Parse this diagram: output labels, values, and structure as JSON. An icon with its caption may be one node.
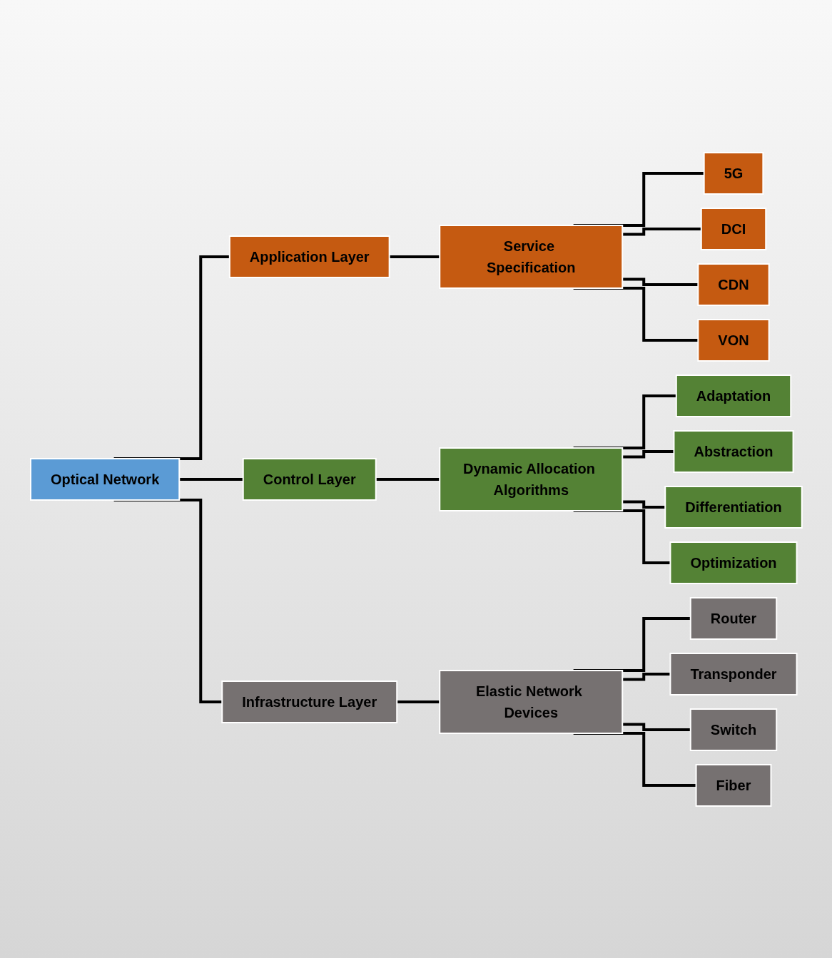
{
  "diagram": {
    "nodes": [
      {
        "text": [
          "Optical Network"
        ]
      },
      {
        "text": [
          "Application Layer"
        ]
      },
      {
        "text": [
          "Service Specification"
        ]
      },
      {
        "text": [
          "5G"
        ]
      },
      {
        "text": [
          "DCI"
        ]
      },
      {
        "text": [
          "CDN"
        ]
      },
      {
        "text": [
          "VON"
        ]
      },
      {
        "text": [
          "Control Layer"
        ]
      },
      {
        "text": [
          "Dynamic Allocation Algorithms"
        ]
      },
      {
        "text": [
          "Adaptation"
        ]
      },
      {
        "text": [
          "Abstraction"
        ]
      },
      {
        "text": [
          "Differentiation"
        ]
      },
      {
        "text": [
          "Optimization"
        ]
      },
      {
        "text": [
          "Infrastructure Layer"
        ]
      },
      {
        "text": [
          "Elastic Network Devices"
        ]
      },
      {
        "text": [
          "Router"
        ]
      },
      {
        "text": [
          "Transponder"
        ]
      },
      {
        "text": [
          "Switch"
        ]
      },
      {
        "text": [
          "Fiber"
        ]
      }
    ],
    "edges": [
      {
        "from": 0,
        "to": 1,
        "arrow": "none"
      },
      {
        "from": 0,
        "to": 7,
        "arrow": "none"
      },
      {
        "from": 0,
        "to": 13,
        "arrow": "none"
      },
      {
        "from": 1,
        "to": 2,
        "arrow": "none"
      },
      {
        "from": 2,
        "to": 3,
        "arrow": "none"
      },
      {
        "from": 2,
        "to": 4,
        "arrow": "none"
      },
      {
        "from": 2,
        "to": 5,
        "arrow": "none"
      },
      {
        "from": 2,
        "to": 6,
        "arrow": "none"
      },
      {
        "from": 7,
        "to": 8,
        "arrow": "none"
      },
      {
        "from": 8,
        "to": 9,
        "arrow": "none"
      },
      {
        "from": 8,
        "to": 10,
        "arrow": "none"
      },
      {
        "from": 8,
        "to": 11,
        "arrow": "none"
      },
      {
        "from": 8,
        "to": 12,
        "arrow": "none"
      },
      {
        "from": 13,
        "to": 14,
        "arrow": "none"
      },
      {
        "from": 14,
        "to": 15,
        "arrow": "none"
      },
      {
        "from": 14,
        "to": 16,
        "arrow": "none"
      },
      {
        "from": 14,
        "to": 17,
        "arrow": "none"
      },
      {
        "from": 14,
        "to": 18,
        "arrow": "none"
      }
    ]
  }
}
